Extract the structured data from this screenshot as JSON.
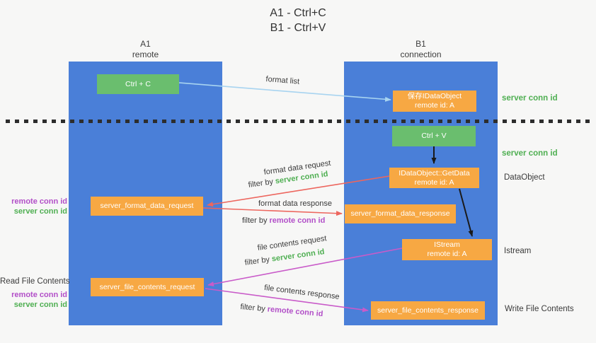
{
  "title": {
    "line1": "A1 - Ctrl+C",
    "line2": "B1 - Ctrl+V"
  },
  "columns": {
    "a1": {
      "name": "A1",
      "subtitle": "remote"
    },
    "b1": {
      "name": "B1",
      "subtitle": "connection"
    }
  },
  "nodes": {
    "ctrl_c": {
      "label": "Ctrl + C"
    },
    "ctrl_v": {
      "label": "Ctrl + V"
    },
    "save_idataobject": {
      "line1": "保存IDataObject",
      "line2": "remote id: A"
    },
    "getdata": {
      "line1": "IDataObject::GetData",
      "line2": "remote id: A"
    },
    "format_request": {
      "label": "server_format_data_request"
    },
    "format_response": {
      "label": "server_format_data_response"
    },
    "istream": {
      "line1": "IStream",
      "line2": "remote id: A"
    },
    "file_request": {
      "label": "server_file_contents_request"
    },
    "file_response": {
      "label": "server_file_contents_response"
    }
  },
  "arrow_labels": {
    "format_list": "format list",
    "format_data_request": "format data request",
    "format_data_response": "format data response",
    "file_contents_request": "file contents request",
    "file_contents_response": "file contents response",
    "filter_by": "filter by",
    "server_conn_id": "server conn id",
    "remote_conn_id": "remote conn id"
  },
  "annotations": {
    "right_server_conn_id_1": "server conn id",
    "right_server_conn_id_2": "server conn id",
    "dataobject": "DataObject",
    "istream": "Istream",
    "write_file_contents": "Write File Contents",
    "read_file_contents": "Read File Contents",
    "left_remote_conn_id_1": "remote conn id",
    "left_server_conn_id_1": "server conn id",
    "left_remote_conn_id_2": "remote conn id",
    "left_server_conn_id_2": "server conn id"
  },
  "colors": {
    "column_blue": "#4A7FD8",
    "node_green": "#6ABE6E",
    "node_orange": "#F7A843",
    "conn_id_green": "#4FAF52",
    "conn_id_purple": "#B24FC8",
    "arrow_light_blue": "#A8D4F0",
    "arrow_red": "#ED665E",
    "arrow_magenta": "#C95BC9",
    "arrow_black": "#1A1A1A"
  }
}
